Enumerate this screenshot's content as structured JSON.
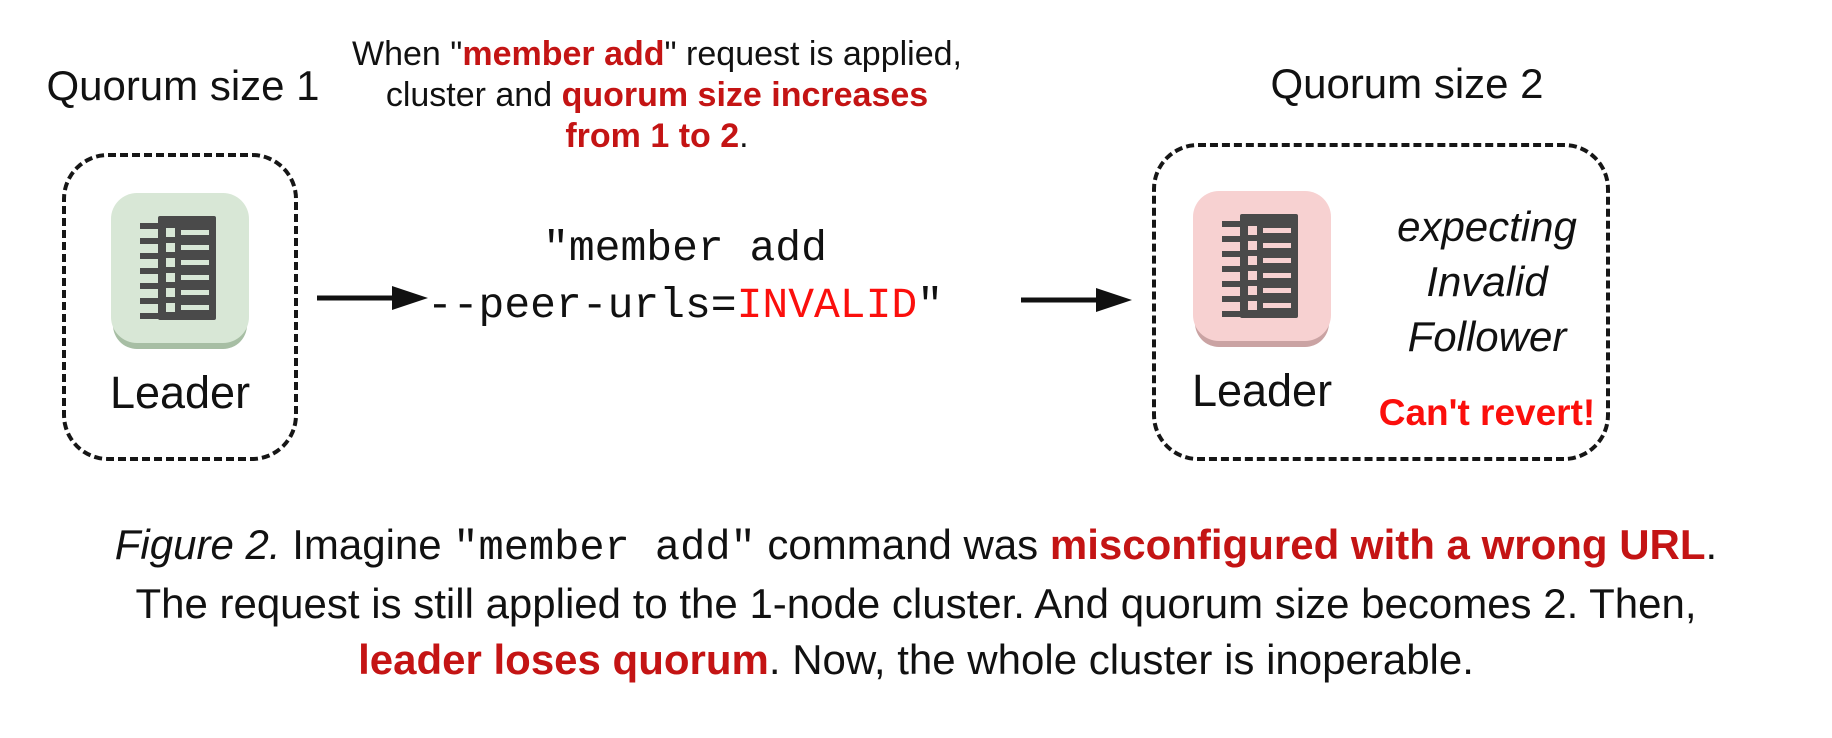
{
  "colors": {
    "emphasis_red": "#c41414",
    "bright_red": "#fb0f0c",
    "leader_ok_bg": "#d8e7d6",
    "leader_ok_edge": "#a7bea4",
    "leader_bad_bg": "#f7d1d1",
    "leader_bad_edge": "#caa3a3",
    "icon_dark": "#4a4a4a"
  },
  "left_cluster": {
    "title": "Quorum size 1",
    "node_label": "Leader",
    "node_icon": "server-list-icon"
  },
  "annotation": {
    "line1_pre": "When \"",
    "line1_em": "member add",
    "line1_post": "\" request is applied,",
    "line2_pre": "cluster and ",
    "line2_em": "quorum size increases",
    "line3_em": "from 1 to 2",
    "line3_end": "."
  },
  "command": {
    "line1": "\"member add",
    "line2_pre": "--peer-urls=",
    "line2_invalid": "INVALID",
    "line2_end": "\""
  },
  "right_cluster": {
    "title": "Quorum size 2",
    "node_label": "Leader",
    "node_icon": "server-list-icon",
    "expecting_line1": "expecting",
    "expecting_line2": "Invalid",
    "expecting_line3": "Follower",
    "warning": "Can't revert!"
  },
  "caption": {
    "figure_label": "Figure 2.",
    "line1_a": " Imagine ",
    "line1_code": "\"member add\"",
    "line1_b": " command was ",
    "line1_em": "misconfigured with a wrong URL",
    "line1_end": ".",
    "line2": "The request is still applied to the 1-node cluster. And quorum size becomes 2. Then,",
    "line3_em": "leader loses quorum",
    "line3_end": ". Now, the whole cluster is inoperable."
  }
}
